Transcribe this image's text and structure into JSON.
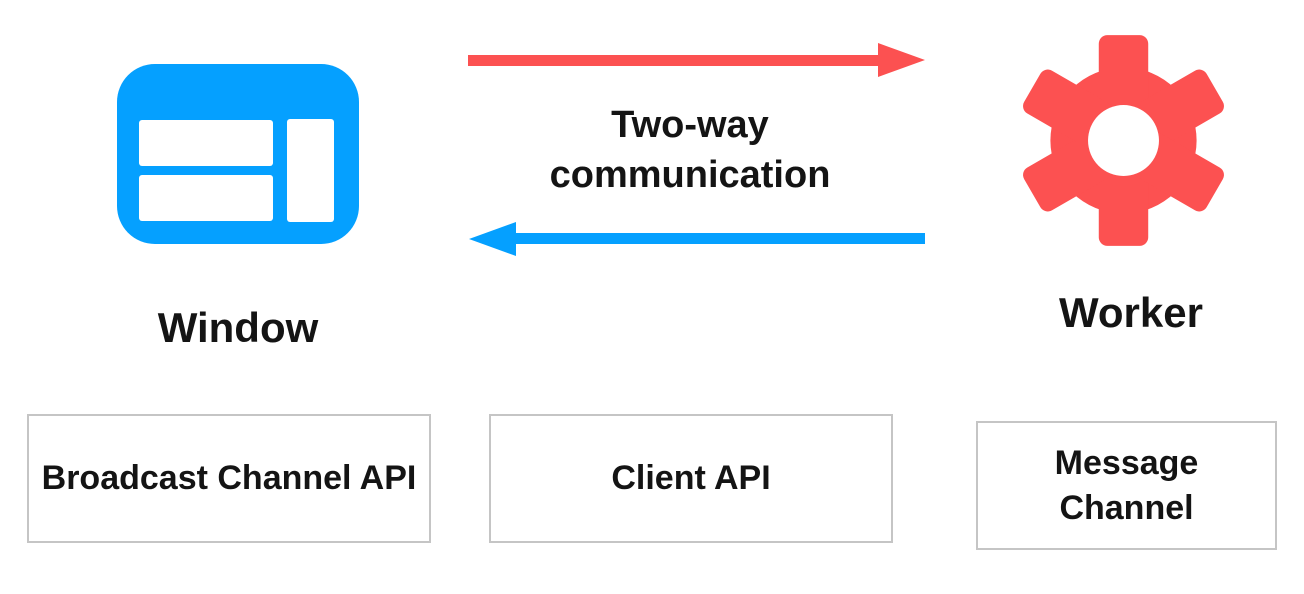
{
  "colors": {
    "blue": "#05a0ff",
    "red": "#fc5151",
    "text": "#141414",
    "box_border": "#c5c5c5",
    "background": "#ffffff"
  },
  "diagram": {
    "center_label": "Two-way communication",
    "window_node": {
      "label": "Window",
      "icon": "browser-window-icon",
      "color": "#05a0ff"
    },
    "worker_node": {
      "label": "Worker",
      "icon": "gear-icon",
      "color": "#fc5151"
    },
    "arrows": [
      {
        "id": "window-to-worker",
        "direction": "right",
        "color": "#fc5151"
      },
      {
        "id": "worker-to-window",
        "direction": "left",
        "color": "#05a0ff"
      }
    ],
    "api_boxes": [
      {
        "label": "Broadcast Channel API"
      },
      {
        "label": "Client API"
      },
      {
        "label": "Message Channel"
      }
    ]
  }
}
